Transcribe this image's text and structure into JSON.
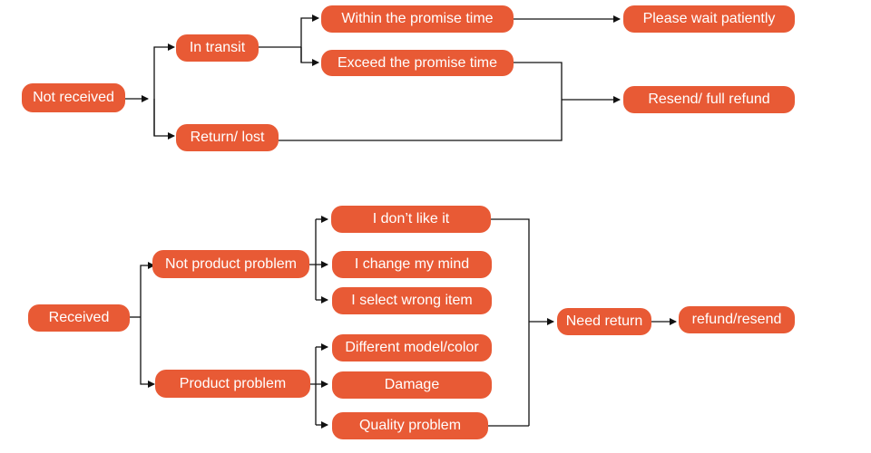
{
  "colors": {
    "node_fill": "#e85a35",
    "node_text": "#ffffff",
    "connector": "#111111"
  },
  "flow_not_received": {
    "root": "Not received",
    "in_transit": "In transit",
    "return_lost": "Return/ lost",
    "within_time": "Within the promise time",
    "exceed_time": "Exceed the promise time",
    "wait": "Please wait patiently",
    "resend_refund": "Resend/ full refund"
  },
  "flow_received": {
    "root": "Received",
    "not_product_problem": "Not product problem",
    "product_problem": "Product problem",
    "dont_like": "I don’t like it",
    "change_mind": "I change my mind",
    "wrong_item": "I select wrong item",
    "different_model": "Different model/color",
    "damage": "Damage",
    "quality": "Quality problem",
    "need_return": "Need return",
    "refund_resend": "refund/resend"
  }
}
